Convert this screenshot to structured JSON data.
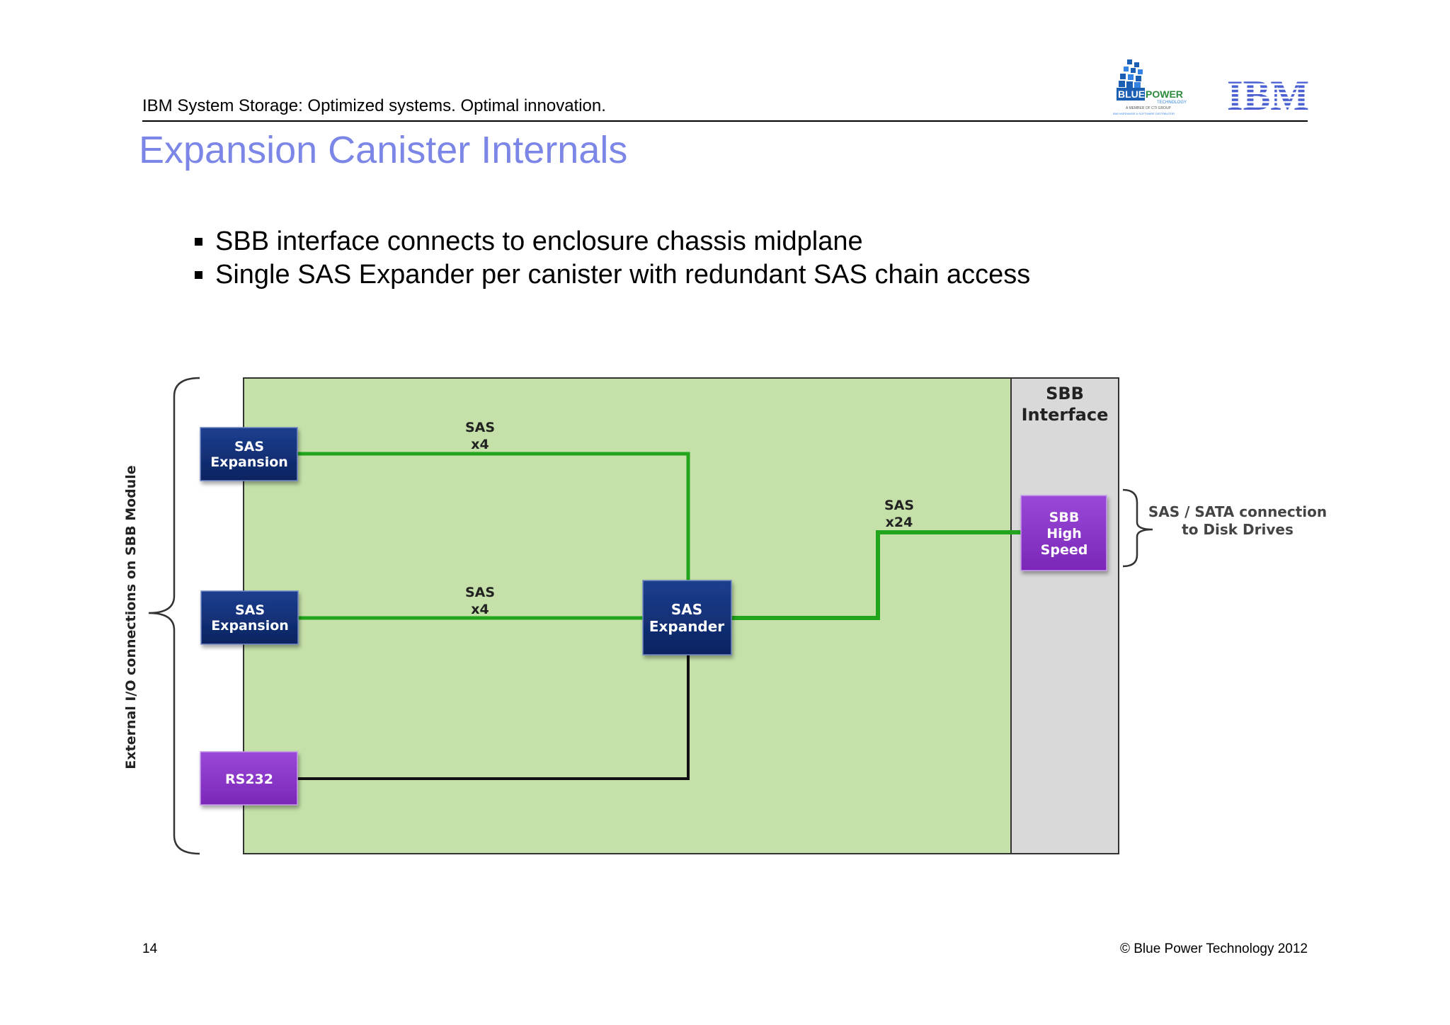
{
  "header": {
    "tagline": "IBM System Storage: Optimized systems. Optimal innovation.",
    "logo_blue": "BLUE",
    "logo_power": "POWER",
    "logo_technology": "TECHNOLOGY",
    "logo_member": "A MEMBER OF CTI GROUP",
    "logo_distributor": "IBM HARDWARE & SOFTWARE DISTRIBUTOR",
    "ibm_logo": "IBM"
  },
  "title": "Expansion Canister Internals",
  "bullets": [
    "SBB interface connects to enclosure chassis midplane",
    "Single SAS Expander per canister with redundant SAS chain access"
  ],
  "diagram": {
    "side_label": "External I/O connections on SBB Module",
    "sbb_header_line1": "SBB",
    "sbb_header_line2": "Interface",
    "sas_expansion_1": [
      "SAS",
      "Expansion"
    ],
    "sas_expansion_2": [
      "SAS",
      "Expansion"
    ],
    "rs232": "RS232",
    "sas_expander": [
      "SAS",
      "Expander"
    ],
    "sbb_high_speed": [
      "SBB",
      "High",
      "Speed"
    ],
    "link_top": [
      "SAS",
      "x4"
    ],
    "link_mid": [
      "SAS",
      "x4"
    ],
    "link_right": [
      "SAS",
      "x24"
    ],
    "right_note": [
      "SAS / SATA connection",
      "to Disk Drives"
    ],
    "colors": {
      "board": "#c5e1a9",
      "sbb_panel": "#d9d9d9",
      "navy_box": "#0d2a6b",
      "purple_box": "#8a35c9",
      "green_line": "#22a51c"
    }
  },
  "footer": {
    "page_number": "14",
    "copyright": "© Blue Power Technology 2012"
  }
}
